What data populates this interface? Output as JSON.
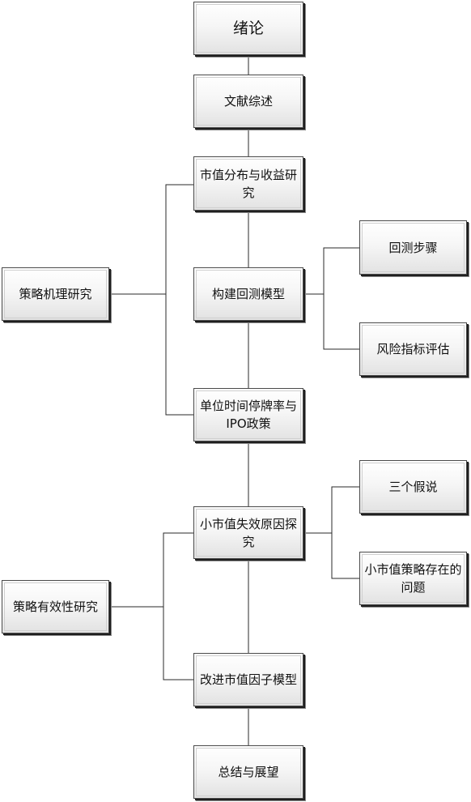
{
  "nodes": {
    "intro": "绪论",
    "review": "文献综述",
    "dist": "市值分布与收益研究",
    "backtest": "构建回测模型",
    "halt": "单位时间停牌率与IPO政策",
    "fail": "小市值失效原因探究",
    "improve": "改进市值因子模型",
    "summary": "总结与展望",
    "mech": "策略机理研究",
    "eff": "策略有效性研究",
    "steps": "回测步骤",
    "risk": "风险指标评估",
    "hypo": "三个假说",
    "problem": "小市值策略存在的问题"
  }
}
